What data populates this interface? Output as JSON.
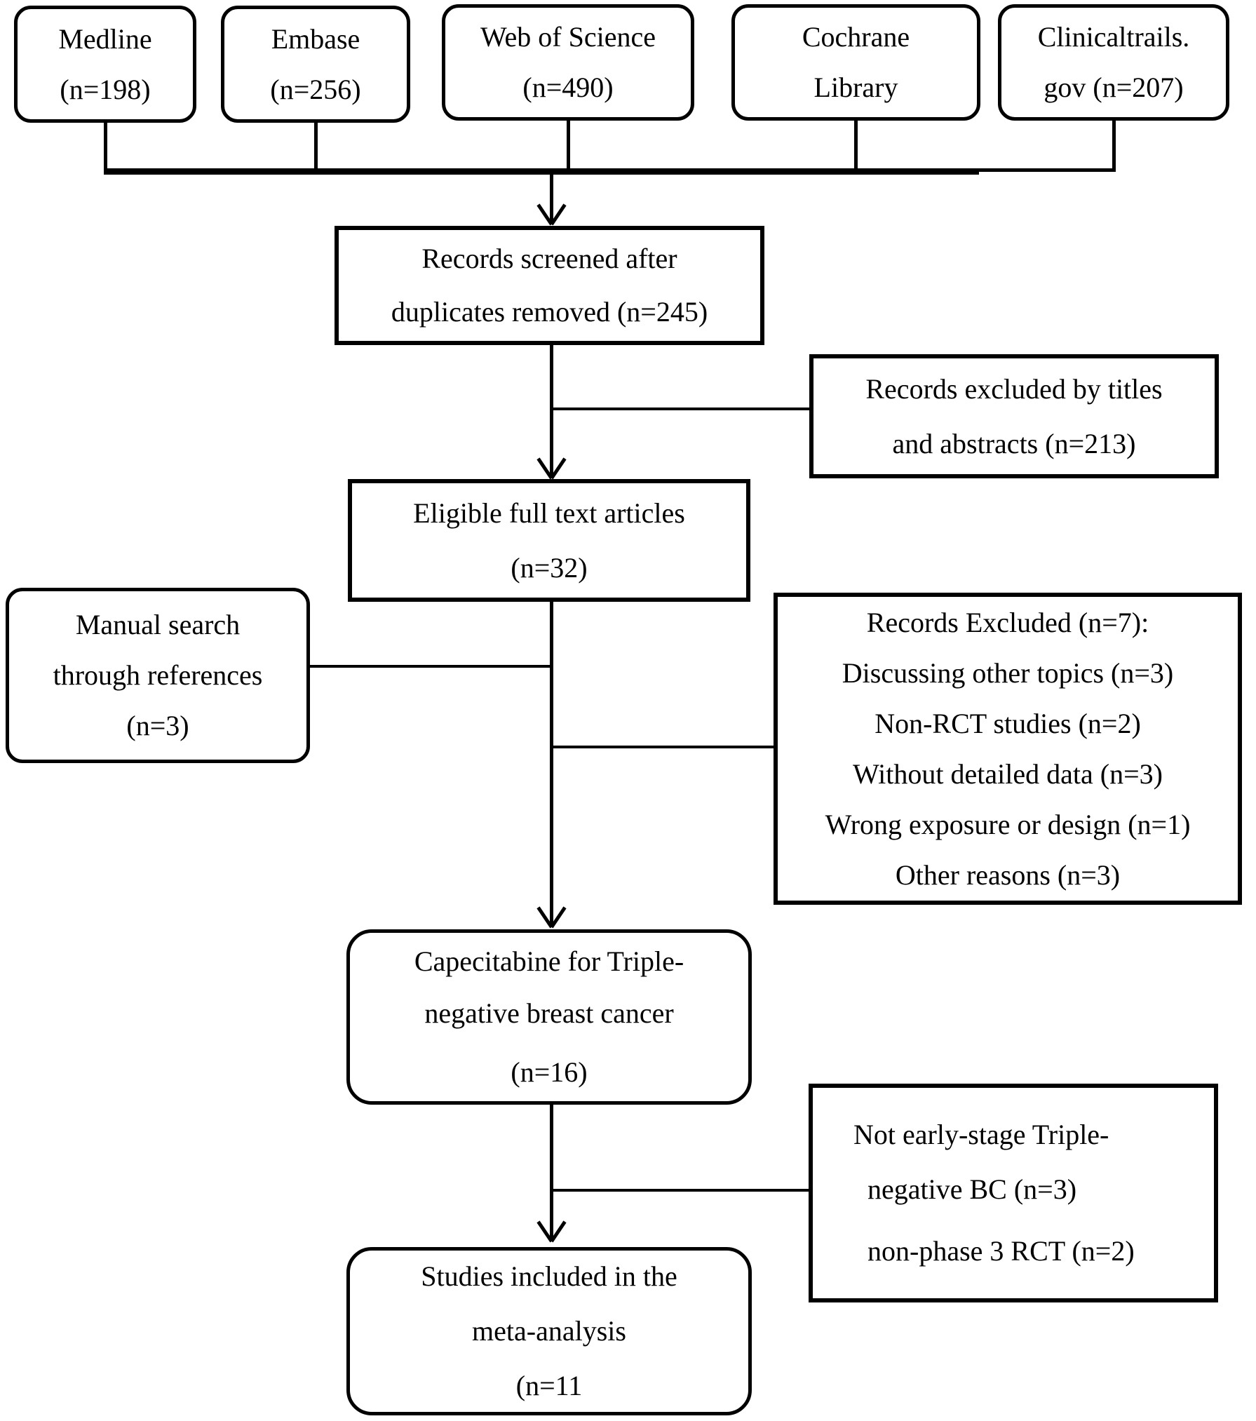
{
  "colors": {
    "ink": "#000000",
    "background": "#ffffff"
  },
  "sources": [
    {
      "line1": "Medline",
      "line2": "(n=198)"
    },
    {
      "line1": "Embase",
      "line2": "(n=256)"
    },
    {
      "line1": "Web of Science",
      "line2": "(n=490)"
    },
    {
      "line1": "Cochrane",
      "line2": "Library"
    },
    {
      "line1": "Clinicaltrails.",
      "line2": "gov (n=207)"
    }
  ],
  "screened": {
    "line1": "Records screened after",
    "line2": "duplicates removed (n=245)"
  },
  "excluded_titles": {
    "line1": "Records excluded by titles",
    "line2": "and abstracts (n=213)"
  },
  "eligible": {
    "line1": "Eligible full text articles",
    "line2": "(n=32)"
  },
  "manual_search": {
    "line1": "Manual search",
    "line2": "through references",
    "line3": "(n=3)"
  },
  "excluded_fulltext": {
    "line1": "Records Excluded (n=7):",
    "line2": "Discussing other topics (n=3)",
    "line3": "Non-RCT studies (n=2)",
    "line4": "Without detailed data (n=3)",
    "line5": "Wrong exposure or design (n=1)",
    "line6": "Other reasons (n=3)"
  },
  "capecitabine": {
    "line1": "Capecitabine for Triple-",
    "line2": "negative breast cancer",
    "line3": "(n=16)"
  },
  "not_early_stage": {
    "line1": "Not early-stage Triple-",
    "line2": "negative BC (n=3)",
    "line3": "non-phase 3 RCT (n=2)"
  },
  "included": {
    "line1": "Studies included in the",
    "line2": "meta-analysis",
    "line3": "(n=11"
  }
}
